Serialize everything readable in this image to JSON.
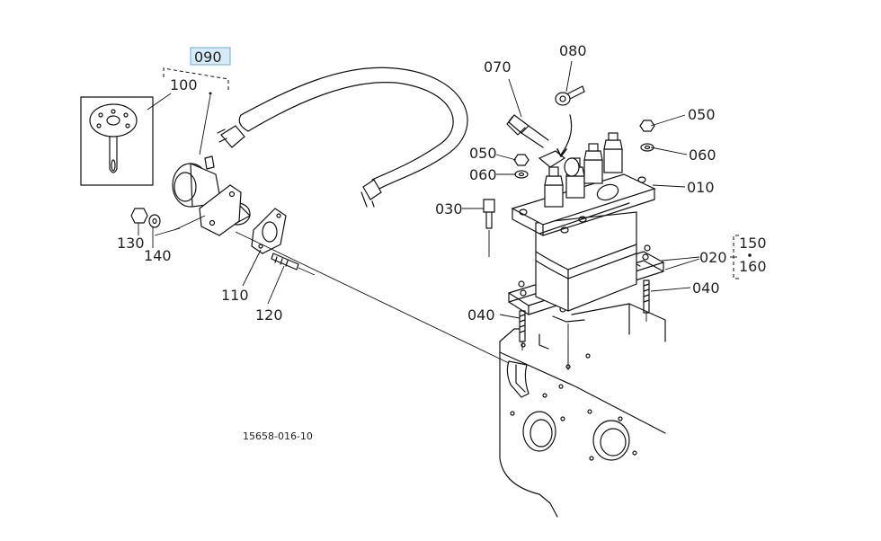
{
  "diagram": {
    "drawing_code": "15658-016-10",
    "highlighted_part": "090",
    "highlight_color": "#d6ebf7",
    "highlight_border": "#6aaedb",
    "labels": {
      "p010": "010",
      "p020": "020",
      "p030": "030",
      "p040_right": "040",
      "p040_left": "040",
      "p050_right": "050",
      "p050_left": "050",
      "p060_right": "060",
      "p060_left": "060",
      "p070": "070",
      "p080": "080",
      "p090": "090",
      "p100": "100",
      "p110": "110",
      "p120": "120",
      "p130": "130",
      "p140": "140",
      "p150": "150",
      "p160": "160"
    }
  }
}
